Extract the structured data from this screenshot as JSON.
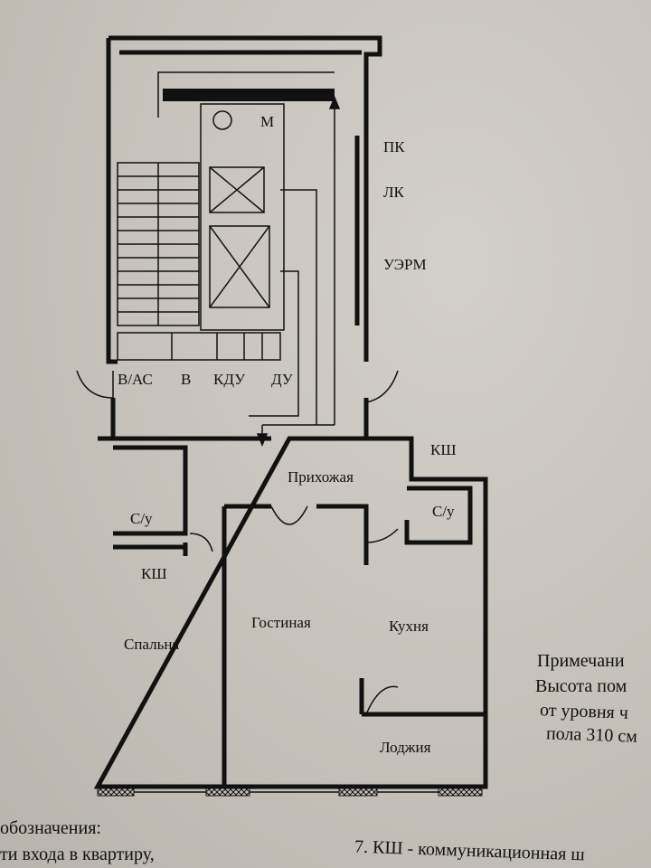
{
  "plan": {
    "core": {
      "m": "М",
      "pk": "ПК",
      "lk": "ЛК",
      "uerm": "УЭРМ",
      "vas": "В/АС",
      "v": "В",
      "kdu": "КДУ",
      "du": "ДУ"
    },
    "rooms": {
      "hall": "Прихожая",
      "bath_left": "С/у",
      "bath_right": "С/у",
      "ksh_top": "КШ",
      "ksh_left": "КШ",
      "living": "Гостиная",
      "kitchen": "Кухня",
      "bedroom": "Спальня",
      "loggia": "Лоджия"
    }
  },
  "note": {
    "line1": "Примечани",
    "line2": "Высота пом",
    "line3": "от  уровня ч",
    "line4": "пола  310 см"
  },
  "legend": {
    "title": "обозначения:",
    "item1": "ти входа в квартиру,",
    "item7": "7. КШ - коммуникационная ш"
  }
}
